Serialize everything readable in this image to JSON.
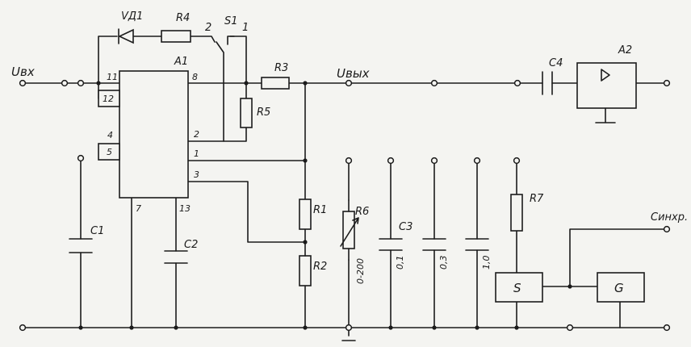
{
  "labels": {
    "vin": "Uвх",
    "vout": "Uвых",
    "vd1": "VД1",
    "r4": "R4",
    "s1_2": "2",
    "s1": "S1",
    "s1_1": "1",
    "a1": "A1",
    "r3": "R3",
    "c4": "C4",
    "a2": "A2",
    "r5": "R5",
    "pin11": "11",
    "pin12": "12",
    "pin8": "8",
    "pin4": "4",
    "pin5": "5",
    "pin2": "2",
    "pin1": "1",
    "pin3": "3",
    "pin7": "7",
    "pin13": "13",
    "c1": "C1",
    "c2": "C2",
    "r1": "R1",
    "r2": "R2",
    "r6": "R6",
    "r6_range": "0-200",
    "c3": "C3",
    "c3_val": "0,1",
    "c3b_val": "0,3",
    "c3c_val": "1,0",
    "r7": "R7",
    "sync": "Синхр.",
    "s_block": "S",
    "g_block": "G"
  }
}
